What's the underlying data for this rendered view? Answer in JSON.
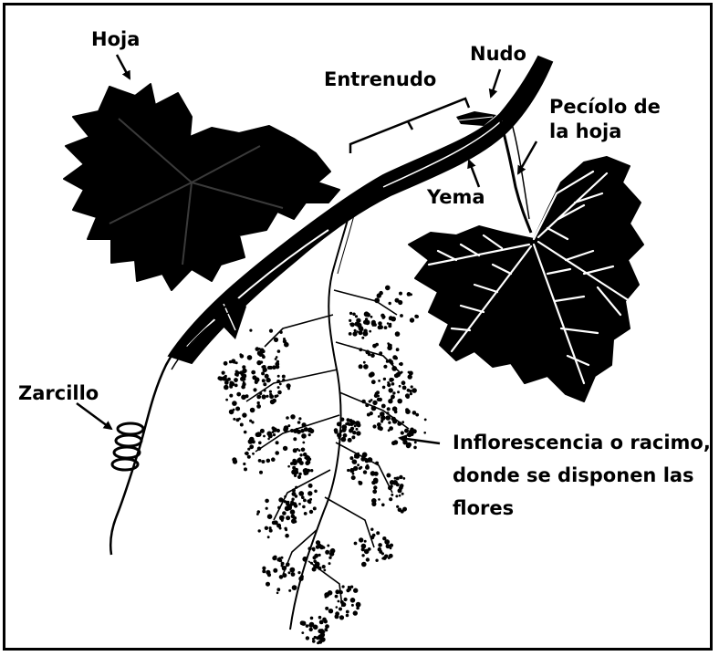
{
  "labels": {
    "hoja": "Hoja",
    "entrenudo": "Entrenudo",
    "nudo": "Nudo",
    "peciolo_line1": "Pecíolo de",
    "peciolo_line2": "la hoja",
    "yema": "Yema",
    "zarcillo": "Zarcillo",
    "inflorescencia_line1": "Inflorescencia o racimo,",
    "inflorescencia_line2": "donde se disponen las",
    "inflorescencia_line3": "flores"
  },
  "colors": {
    "ink": "#000000",
    "paper": "#ffffff",
    "tendril": "#9a9a9a"
  }
}
